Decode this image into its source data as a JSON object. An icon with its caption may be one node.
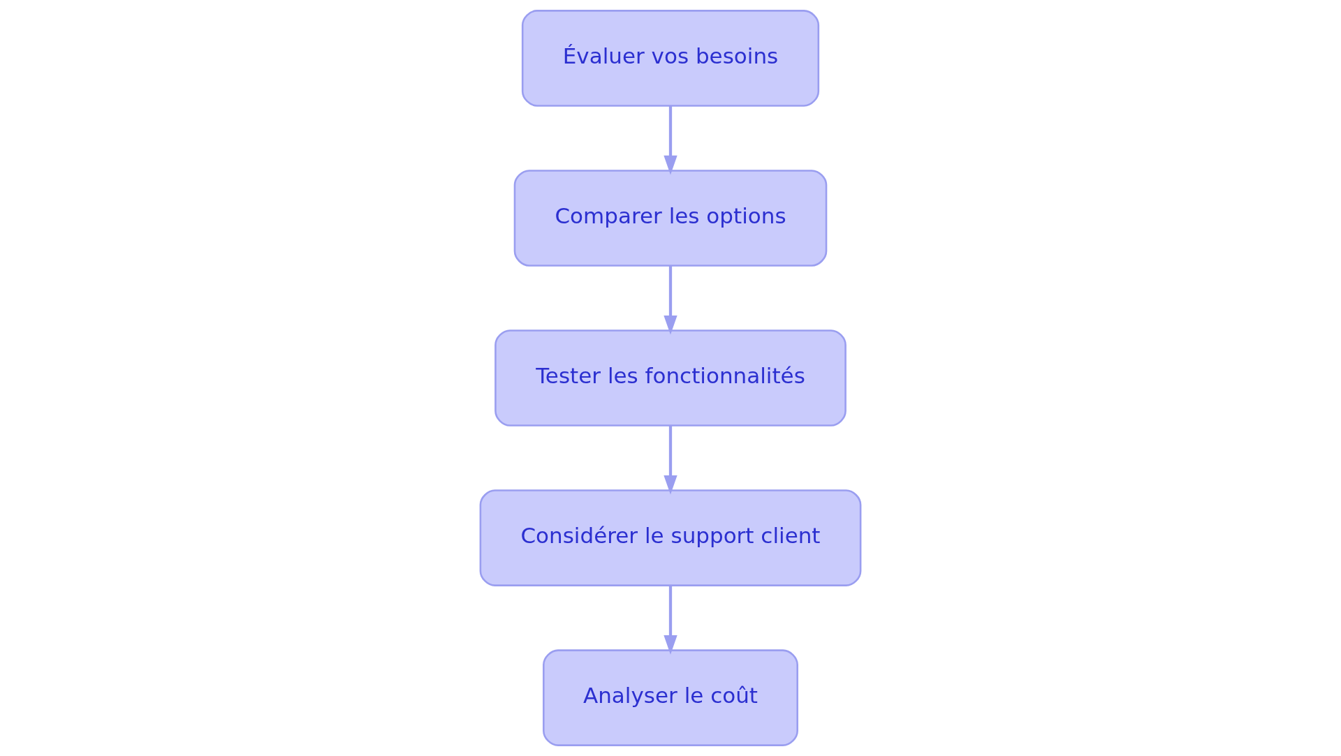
{
  "diagram": {
    "nodes": [
      {
        "text": [
          "Évaluer vos besoins"
        ]
      },
      {
        "text": [
          "Comparer les options"
        ]
      },
      {
        "text": [
          "Tester les fonctionnalités"
        ]
      },
      {
        "text": [
          "Considérer le support client"
        ]
      },
      {
        "text": [
          "Analyser le coût"
        ]
      }
    ],
    "edges": [
      {
        "from": 0,
        "to": 1,
        "arrow": "to"
      },
      {
        "from": 1,
        "to": 2,
        "arrow": "to"
      },
      {
        "from": 2,
        "to": 3,
        "arrow": "to"
      },
      {
        "from": 3,
        "to": 4,
        "arrow": "to"
      }
    ]
  }
}
